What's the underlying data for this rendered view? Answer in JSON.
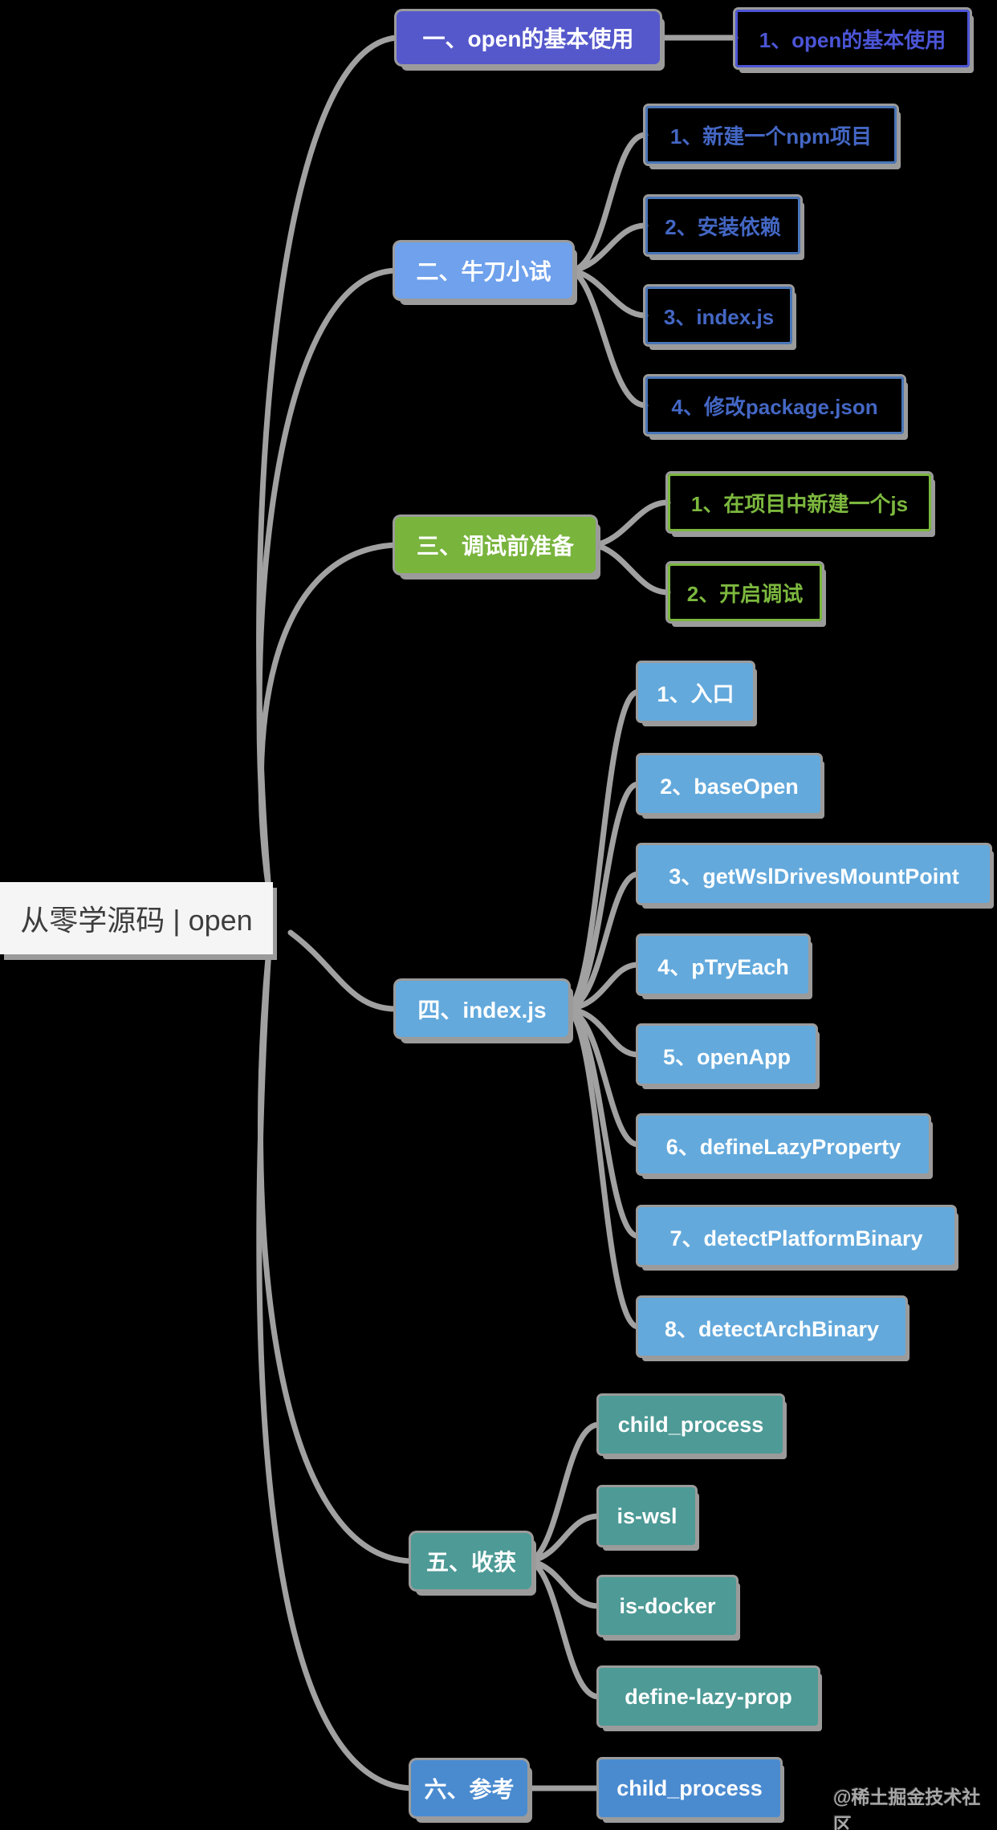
{
  "root": {
    "label": "从零学源码 | open"
  },
  "branches": [
    {
      "label": "一、open的基本使用",
      "color": "#5558cb",
      "children": [
        {
          "label": "1、open的基本使用"
        }
      ]
    },
    {
      "label": "二、牛刀小试",
      "color": "#6fa1ec",
      "children": [
        {
          "label": "1、新建一个npm项目"
        },
        {
          "label": "2、安装依赖"
        },
        {
          "label": "3、index.js"
        },
        {
          "label": "4、修改package.json"
        }
      ]
    },
    {
      "label": "三、调试前准备",
      "color": "#79b43d",
      "children": [
        {
          "label": "1、在项目中新建一个js"
        },
        {
          "label": "2、开启调试"
        }
      ]
    },
    {
      "label": "四、index.js",
      "color": "#63a9dc",
      "children": [
        {
          "label": "1、入口"
        },
        {
          "label": "2、baseOpen"
        },
        {
          "label": "3、getWslDrivesMountPoint"
        },
        {
          "label": "4、pTryEach"
        },
        {
          "label": "5、openApp"
        },
        {
          "label": "6、defineLazyProperty"
        },
        {
          "label": "7、detectPlatformBinary"
        },
        {
          "label": "8、detectArchBinary"
        }
      ]
    },
    {
      "label": "五、收获",
      "color": "#4d9a96",
      "children": [
        {
          "label": "child_process"
        },
        {
          "label": "is-wsl"
        },
        {
          "label": "is-docker"
        },
        {
          "label": "define-lazy-prop"
        }
      ]
    },
    {
      "label": "六、参考",
      "color": "#4a8bd0",
      "children": [
        {
          "label": "child_process"
        }
      ]
    }
  ],
  "watermark": "@稀土掘金技术社区",
  "colors": {
    "background": "#000000",
    "connector": "#a1a1a1",
    "node_shadow": "#9b9b9b",
    "root_bg": "#f5f5f5",
    "root_text": "#3d3d3d",
    "branch1": "#5558cb",
    "branch1_child": "#4b55d6",
    "branch2": "#6fa1ec",
    "branch2_child_border": "#4a76b8",
    "branch2_child_text": "#4467c4",
    "branch3": "#79b43d",
    "branch3_child": "#7cb83e",
    "branch4": "#63a9dc",
    "branch5": "#4d9a96",
    "branch6": "#4a8bd0"
  }
}
